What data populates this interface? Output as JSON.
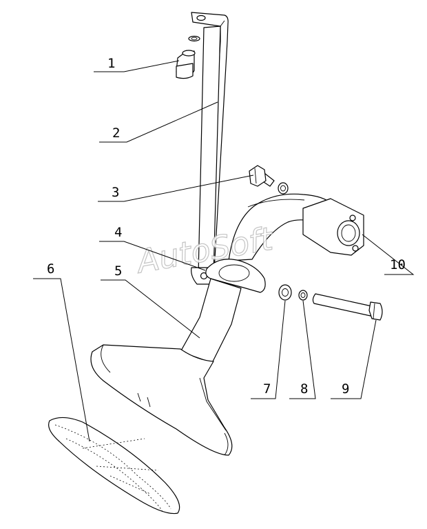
{
  "diagram": {
    "labels": [
      "1",
      "2",
      "3",
      "4",
      "5",
      "6",
      "7",
      "8",
      "9",
      "10"
    ]
  },
  "watermark": "AutoSoft"
}
